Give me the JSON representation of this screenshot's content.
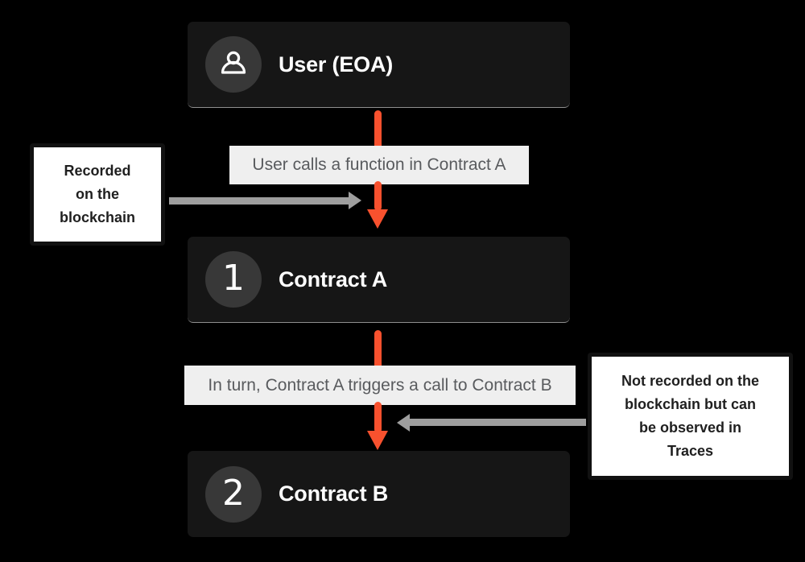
{
  "colors": {
    "background": "#000000",
    "node_fill": "#161616",
    "node_circle": "#383838",
    "orange": "#f8512e",
    "gray": "#9e9e9e",
    "label_bg": "#efefef",
    "label_text": "#595b5e"
  },
  "nodes": [
    {
      "id": "user",
      "icon": "user-icon",
      "title": "User (EOA)"
    },
    {
      "id": "contract-a",
      "badge": "1",
      "title": "Contract A"
    },
    {
      "id": "contract-b",
      "badge": "2",
      "title": "Contract B"
    }
  ],
  "edge_labels": [
    {
      "text": "User calls a function in Contract A"
    },
    {
      "text": "In turn, Contract A triggers a call to Contract B"
    }
  ],
  "annotations": {
    "left": {
      "lines": [
        "Recorded",
        "on the",
        "blockchain"
      ]
    },
    "right": {
      "lines": [
        "Not recorded on the",
        "blockchain but can",
        "be observed in",
        "Traces"
      ]
    }
  }
}
